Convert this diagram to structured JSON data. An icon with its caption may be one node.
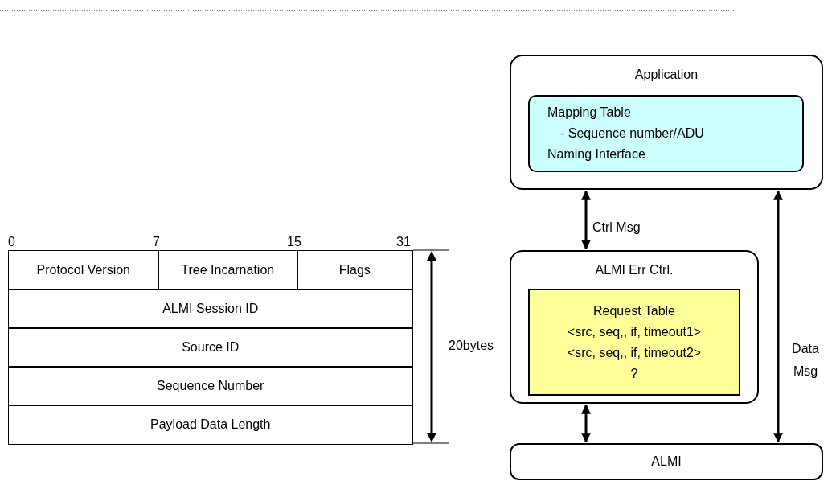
{
  "diagram": {
    "nodes": [
      {
        "text": [
          "Application"
        ]
      },
      {
        "text": [
          "Mapping Table",
          "- Sequence number/ADU",
          "Naming Interface"
        ],
        "in": 0
      },
      {
        "text": [
          "ALMI Err Ctrl."
        ]
      },
      {
        "text": [
          "Request Table",
          "<src, seq,, if, timeout1>",
          "<src, seq,, if, timeout2>",
          "?"
        ],
        "in": 2
      },
      {
        "text": [
          "ALMI"
        ]
      }
    ],
    "edges": [
      {
        "from": 0,
        "to": 2,
        "arrow": "both",
        "label": "Ctrl Msg"
      },
      {
        "from": 2,
        "to": 4,
        "arrow": "both"
      },
      {
        "from": 0,
        "to": 4,
        "arrow": "both",
        "label": "Data Msg"
      }
    ],
    "labels": [
      "0",
      "7",
      "15",
      "31",
      "Protocol Version",
      "Tree Incarnation",
      "Flags",
      "ALMI Session ID",
      "Source ID",
      "Sequence Number",
      "Payload Data Length",
      "20bytes"
    ]
  }
}
